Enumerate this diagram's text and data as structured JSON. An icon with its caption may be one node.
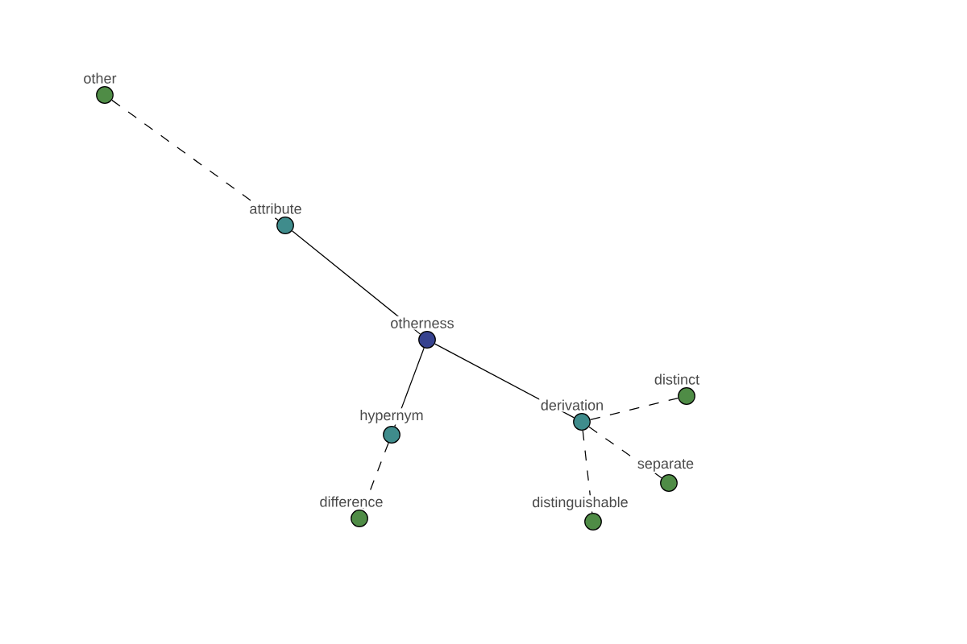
{
  "diagram": {
    "nodes": [
      {
        "text": [
          "other"
        ]
      },
      {
        "text": [
          "attribute"
        ]
      },
      {
        "text": [
          "otherness"
        ]
      },
      {
        "text": [
          "distinct"
        ]
      },
      {
        "text": [
          "derivation"
        ]
      },
      {
        "text": [
          "hypernym"
        ]
      },
      {
        "text": [
          "separate"
        ]
      },
      {
        "text": [
          "difference"
        ]
      },
      {
        "text": [
          "distinguishable"
        ]
      }
    ],
    "edges": [
      {
        "from": 0,
        "to": 1,
        "arrow": "none",
        "style": "dashed"
      },
      {
        "from": 1,
        "to": 2,
        "arrow": "none"
      },
      {
        "from": 2,
        "to": 5,
        "arrow": "none"
      },
      {
        "from": 2,
        "to": 4,
        "arrow": "none"
      },
      {
        "from": 5,
        "to": 7,
        "arrow": "none",
        "style": "dashed"
      },
      {
        "from": 4,
        "to": 3,
        "arrow": "none",
        "style": "dashed"
      },
      {
        "from": 4,
        "to": 6,
        "arrow": "none",
        "style": "dashed"
      },
      {
        "from": 4,
        "to": 8,
        "arrow": "none",
        "style": "dashed"
      }
    ]
  }
}
